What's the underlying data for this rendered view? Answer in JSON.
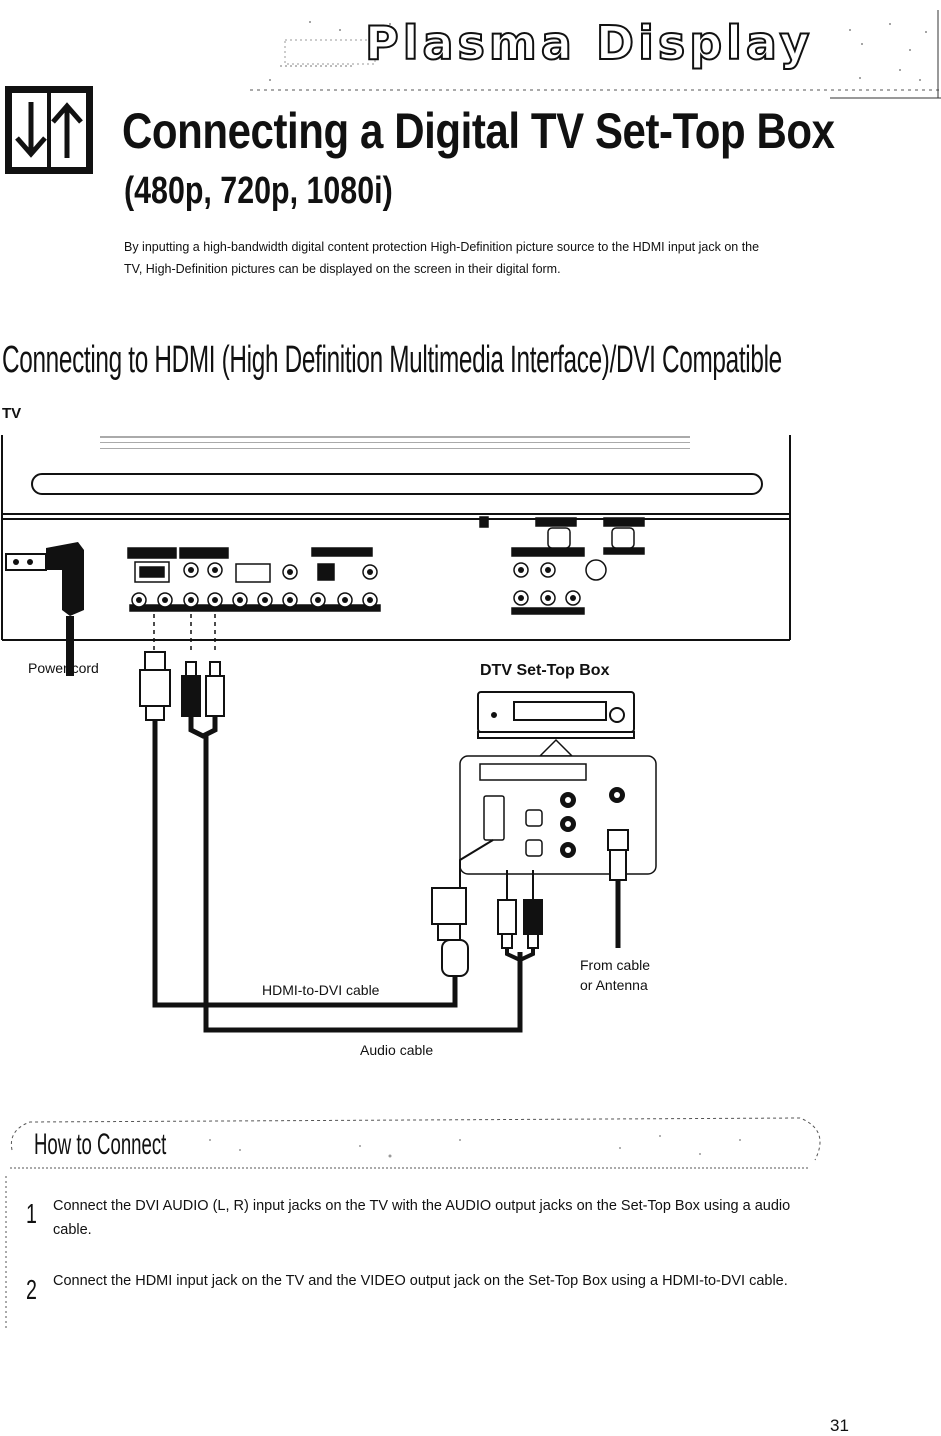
{
  "banner": {
    "title": "Plasma Display"
  },
  "header": {
    "title": "Connecting a Digital TV Set-Top Box",
    "subtitle": "(480p, 720p, 1080i)",
    "intro": "By inputting a high-bandwidth digital content protection High-Definition picture source to the HDMI input jack on the TV, High-Definition pictures can be displayed on the screen in their digital form."
  },
  "section": {
    "title": "Connecting to HDMI (High Definition Multimedia Interface)/DVI Compatible",
    "tv_label": "TV"
  },
  "diagram": {
    "power_cord": "Power cord",
    "dtv_box": "DTV Set-Top Box",
    "hdmi_cable": "HDMI-to-DVI cable",
    "audio_cable": "Audio cable",
    "from_cable_line1": "From cable",
    "from_cable_line2": "or Antenna"
  },
  "howto": {
    "title": "How to Connect",
    "steps": [
      {
        "num": "1",
        "text": "Connect the DVI AUDIO (L, R) input jacks on the TV with the AUDIO output jacks on the Set-Top Box using a audio cable."
      },
      {
        "num": "2",
        "text": "Connect the HDMI input jack on the TV and the VIDEO output jack on the Set-Top Box using a HDMI-to-DVI cable."
      }
    ]
  },
  "page_number": "31"
}
